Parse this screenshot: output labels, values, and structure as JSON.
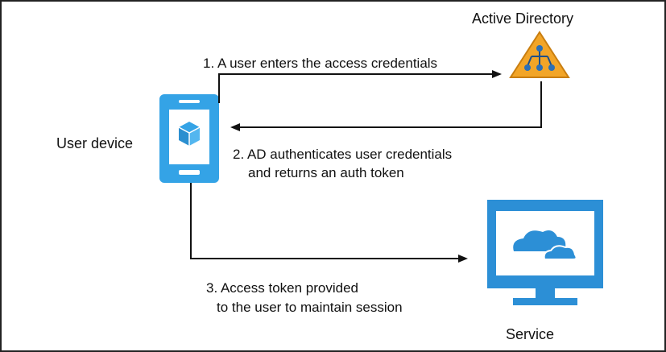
{
  "nodes": {
    "active_directory": {
      "label": "Active Directory",
      "color": "#f2a528"
    },
    "user_device": {
      "label": "User device",
      "color": "#34a3e6"
    },
    "service": {
      "label": "Service",
      "color": "#2c8fd6"
    }
  },
  "steps": {
    "step1": "1. A user enters the access credentials",
    "step2_line1": "2. AD authenticates user credentials",
    "step2_line2": "and returns an auth token",
    "step3_line1": "3. Access token provided",
    "step3_line2": "to the user to maintain session"
  },
  "icons": {
    "ad": "active-directory-triangle-icon",
    "device": "tablet-box-icon",
    "service": "monitor-cloud-icon"
  }
}
